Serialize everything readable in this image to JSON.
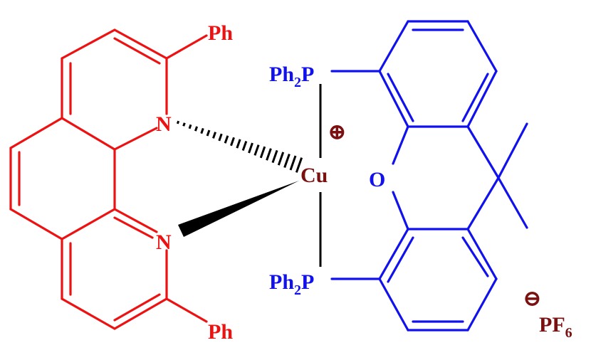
{
  "colors": {
    "phenanthroline": "#ee1111",
    "xantphos": "#1111ee",
    "metal": "#7a1010",
    "bond": "#000000",
    "background": "#ffffff"
  },
  "labels": {
    "ph_top": "Ph",
    "ph_bottom": "Ph",
    "n_top": "N",
    "n_bottom": "N",
    "metal": "Cu",
    "cation_charge": "⊕",
    "p_top_main": "Ph",
    "p_top_sub": "2",
    "p_top_p": "P",
    "p_bottom_main": "Ph",
    "p_bottom_sub": "2",
    "p_bottom_p": "P",
    "oxygen": "O",
    "anion_charge": "⊖",
    "anion_main": "PF",
    "anion_sub": "6"
  }
}
